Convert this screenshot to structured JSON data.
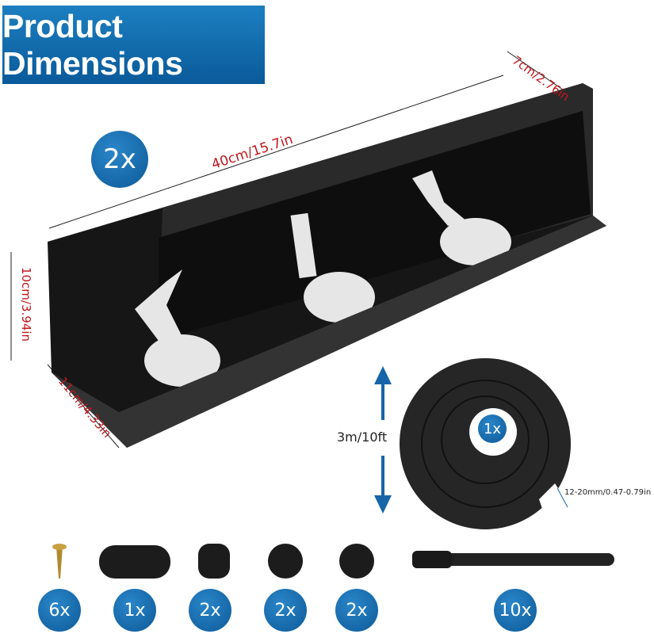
{
  "title": "Product Dimensions",
  "tray": {
    "quantity": "2x",
    "length": "40cm/15.7in",
    "depth": "7cm/2.76in",
    "height": "10cm/3.94in",
    "width": "11cm/4.33in"
  },
  "sleeve": {
    "quantity": "1x",
    "length": "3m/10ft",
    "diameter": "12-20mm/0.47-0.79in"
  },
  "accessories": [
    {
      "name": "screw",
      "quantity": "6x"
    },
    {
      "name": "cable-clip-5-slot",
      "quantity": "1x"
    },
    {
      "name": "cable-clip-3-slot",
      "quantity": "2x"
    },
    {
      "name": "cable-clip-ball",
      "quantity": "2x"
    },
    {
      "name": "cable-clip-round",
      "quantity": "2x"
    },
    {
      "name": "velcro-strap",
      "quantity": "10x"
    }
  ],
  "colors": {
    "accent": "#0d5a98",
    "dimension": "#c0161b",
    "product": "#1a1a1a"
  }
}
